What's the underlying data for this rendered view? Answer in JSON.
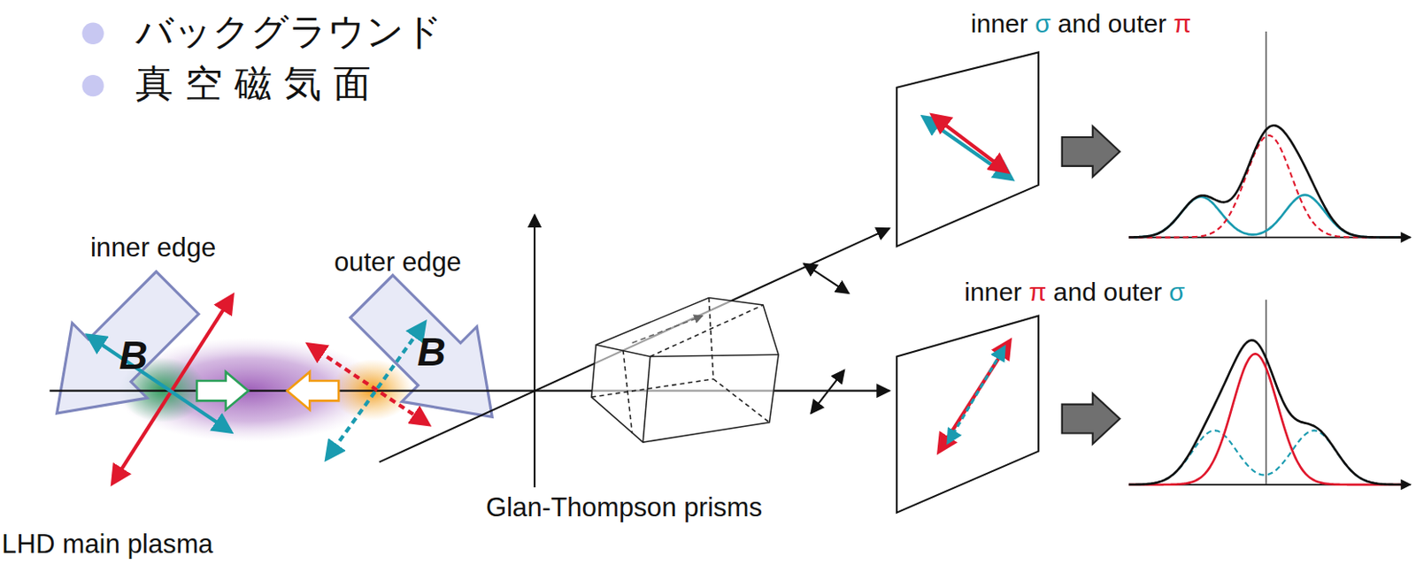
{
  "diagram": {
    "labels": [
      "バックグラウンド",
      "真空磁気面",
      "inner",
      "σ",
      "and outer",
      "π",
      "inner",
      "π",
      "and outer",
      "σ",
      "inner edge",
      "outer edge",
      "B",
      "B",
      "LHD main plasma",
      "Glan-Thompson prisms"
    ]
  }
}
